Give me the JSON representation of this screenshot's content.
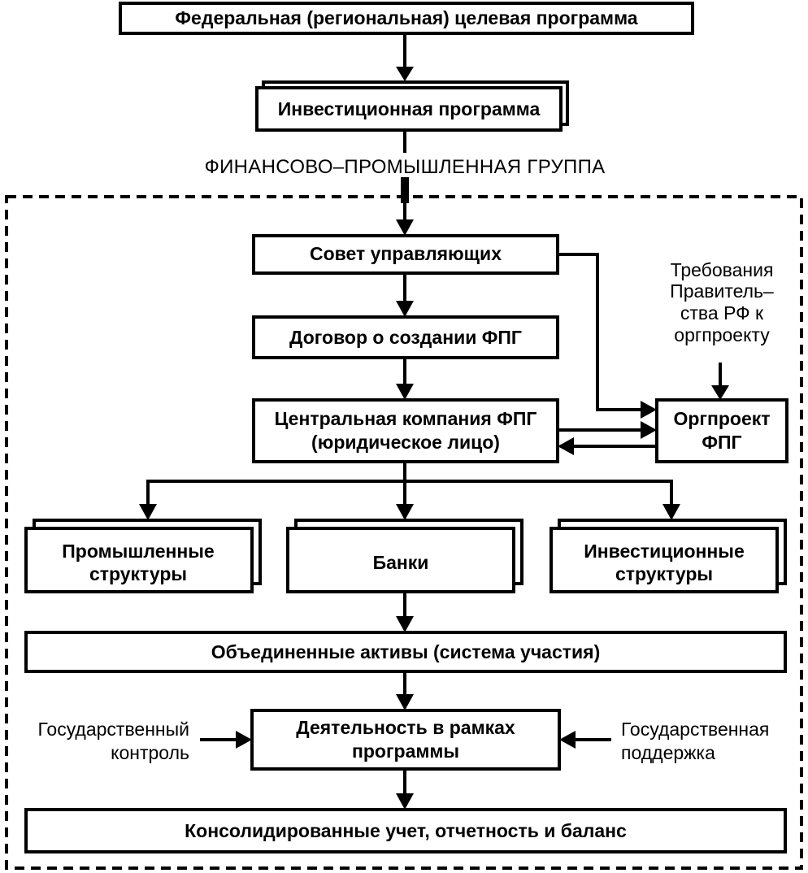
{
  "diagram": {
    "federal_program": "Федеральная (региональная) целевая программа",
    "investment_program": "Инвестиционная программа",
    "fpg_label": "ФИНАНСОВО–ПРОМЫШЛЕННАЯ ГРУППА",
    "board": "Совет управляющих",
    "agreement": "Договор о создании ФПГ",
    "central_company": [
      "Центральная компания ФПГ",
      "(юридическое лицо)"
    ],
    "requirements": [
      "Требования",
      "Правитель–",
      "ства РФ к",
      "оргпроекту"
    ],
    "orgproject": [
      "Оргпроект",
      "ФПГ"
    ],
    "industrial": [
      "Промышленные",
      "структуры"
    ],
    "banks": "Банки",
    "investment_structures": [
      "Инвестиционные",
      "структуры"
    ],
    "combined_assets": "Объединенные активы (система участия)",
    "state_control": [
      "Государственный",
      "контроль"
    ],
    "activity": [
      "Деятельность в рамках",
      "программы"
    ],
    "state_support": [
      "Государственная",
      "поддержка"
    ],
    "consolidated": "Консолидированные учет, отчетность и баланс"
  }
}
